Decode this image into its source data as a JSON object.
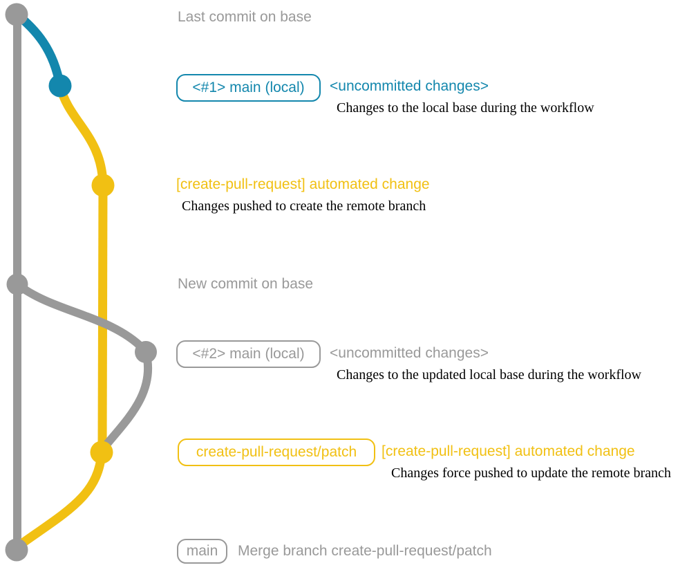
{
  "colors": {
    "gray": "#999999",
    "blue": "#1387ad",
    "yellow": "#f1c013",
    "ink": "#000000",
    "bg": "#ffffff"
  },
  "graph": {
    "type": "git-branch-diagram",
    "branches": [
      {
        "name": "base (main)",
        "color": "#999999"
      },
      {
        "name": "uncommitted changes",
        "color": "#1387ad"
      },
      {
        "name": "create-pull-request/patch",
        "color": "#f1c013"
      }
    ],
    "commits": [
      {
        "id": "last-commit-on-base",
        "branch": "base",
        "color": "#999999"
      },
      {
        "id": "uncommitted-1",
        "branch": "local",
        "color": "#1387ad"
      },
      {
        "id": "automated-change-1",
        "branch": "create-pull-request/patch",
        "color": "#f1c013"
      },
      {
        "id": "new-commit-on-base",
        "branch": "base",
        "color": "#999999"
      },
      {
        "id": "uncommitted-2",
        "branch": "local",
        "color": "#999999"
      },
      {
        "id": "automated-change-2",
        "branch": "create-pull-request/patch",
        "color": "#f1c013"
      },
      {
        "id": "merge-commit",
        "branch": "base",
        "color": "#999999"
      }
    ]
  },
  "annotations": {
    "last_commit": "Last commit on base",
    "row1": {
      "badge": "<#1> main (local)",
      "note": "<uncommitted changes>",
      "caption": "Changes to the local base during the workflow"
    },
    "row2": {
      "note": "[create-pull-request] automated change",
      "caption": "Changes pushed to create the remote branch"
    },
    "new_commit": "New commit on base",
    "row3": {
      "badge": "<#2> main (local)",
      "note": "<uncommitted changes>",
      "caption": "Changes to the updated local base during the workflow"
    },
    "row4": {
      "badge": "create-pull-request/patch",
      "note": "[create-pull-request] automated change",
      "caption": "Changes force pushed to update the remote branch"
    },
    "row5": {
      "badge": "main",
      "note": "Merge branch create-pull-request/patch"
    }
  }
}
